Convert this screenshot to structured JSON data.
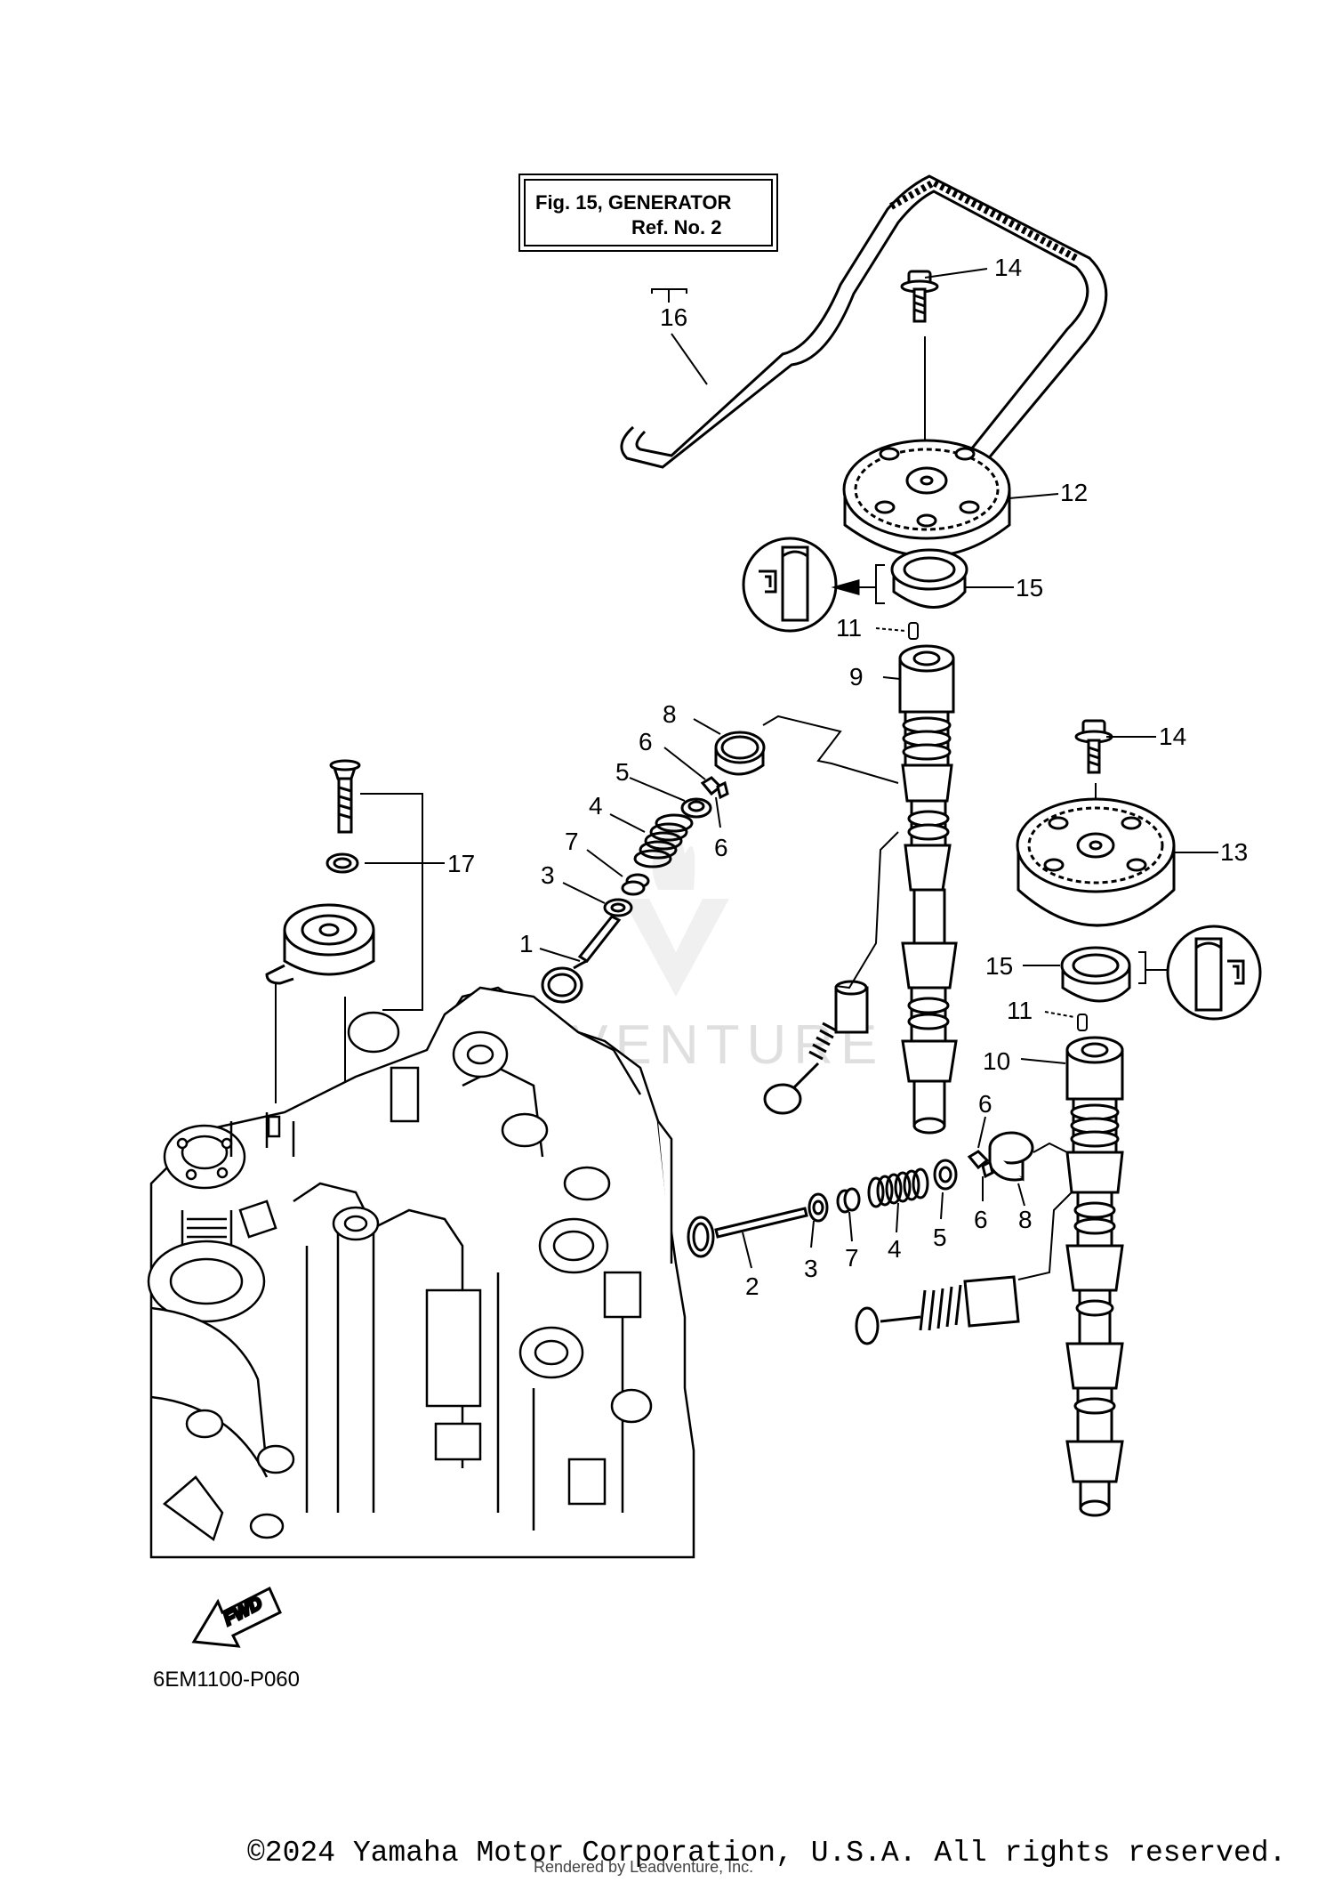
{
  "reference_box": {
    "line1": "Fig. 15, GENERATOR",
    "line2": "Ref. No. 2"
  },
  "callouts": {
    "c1": "1",
    "c2": "2",
    "c3a": "3",
    "c3b": "3",
    "c4a": "4",
    "c4b": "4",
    "c5a": "5",
    "c5b": "5",
    "c6a": "6",
    "c6b": "6",
    "c6c": "6",
    "c6d": "6",
    "c7a": "7",
    "c7b": "7",
    "c8a": "8",
    "c8b": "8",
    "c9": "9",
    "c10": "10",
    "c11a": "11",
    "c11b": "11",
    "c12": "12",
    "c13": "13",
    "c14a": "14",
    "c14b": "14",
    "c15a": "15",
    "c15b": "15",
    "c16": "16",
    "c17": "17"
  },
  "fwd_label": "FWD",
  "figure_code": "6EM1100-P060",
  "watermark": "ADVENTURE",
  "copyright": "©2024 Yamaha Motor Corporation, U.S.A. All rights reserved.",
  "rendered_by": "Rendered by Leadventure, Inc."
}
